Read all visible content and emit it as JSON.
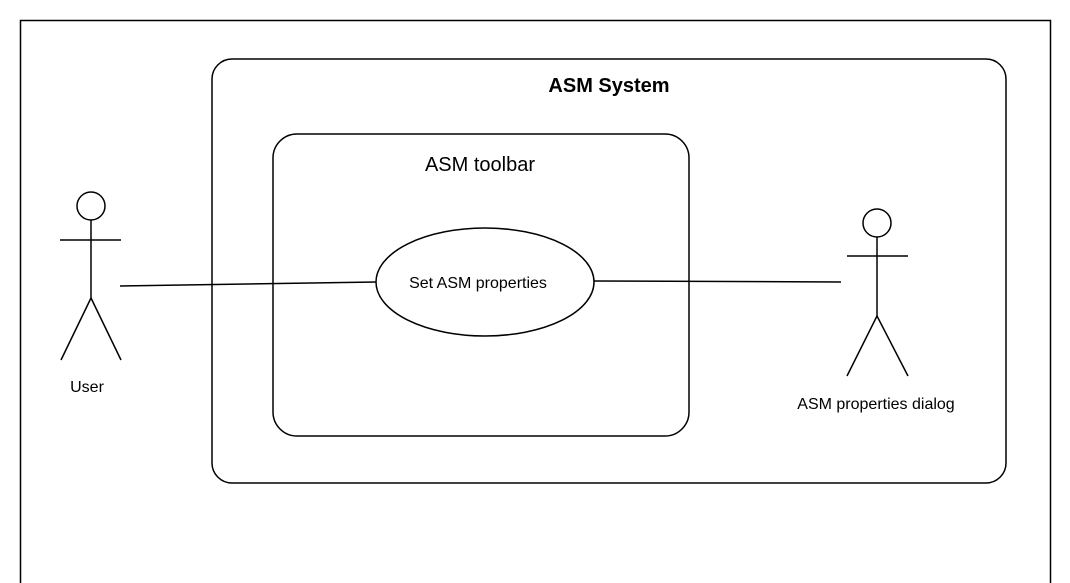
{
  "diagram": {
    "system": {
      "title": "ASM System"
    },
    "subsystem": {
      "title": "ASM toolbar"
    },
    "use_case": {
      "label": "Set ASM properties"
    },
    "actors": [
      {
        "label": "User"
      },
      {
        "label": "ASM properties dialog"
      }
    ]
  }
}
